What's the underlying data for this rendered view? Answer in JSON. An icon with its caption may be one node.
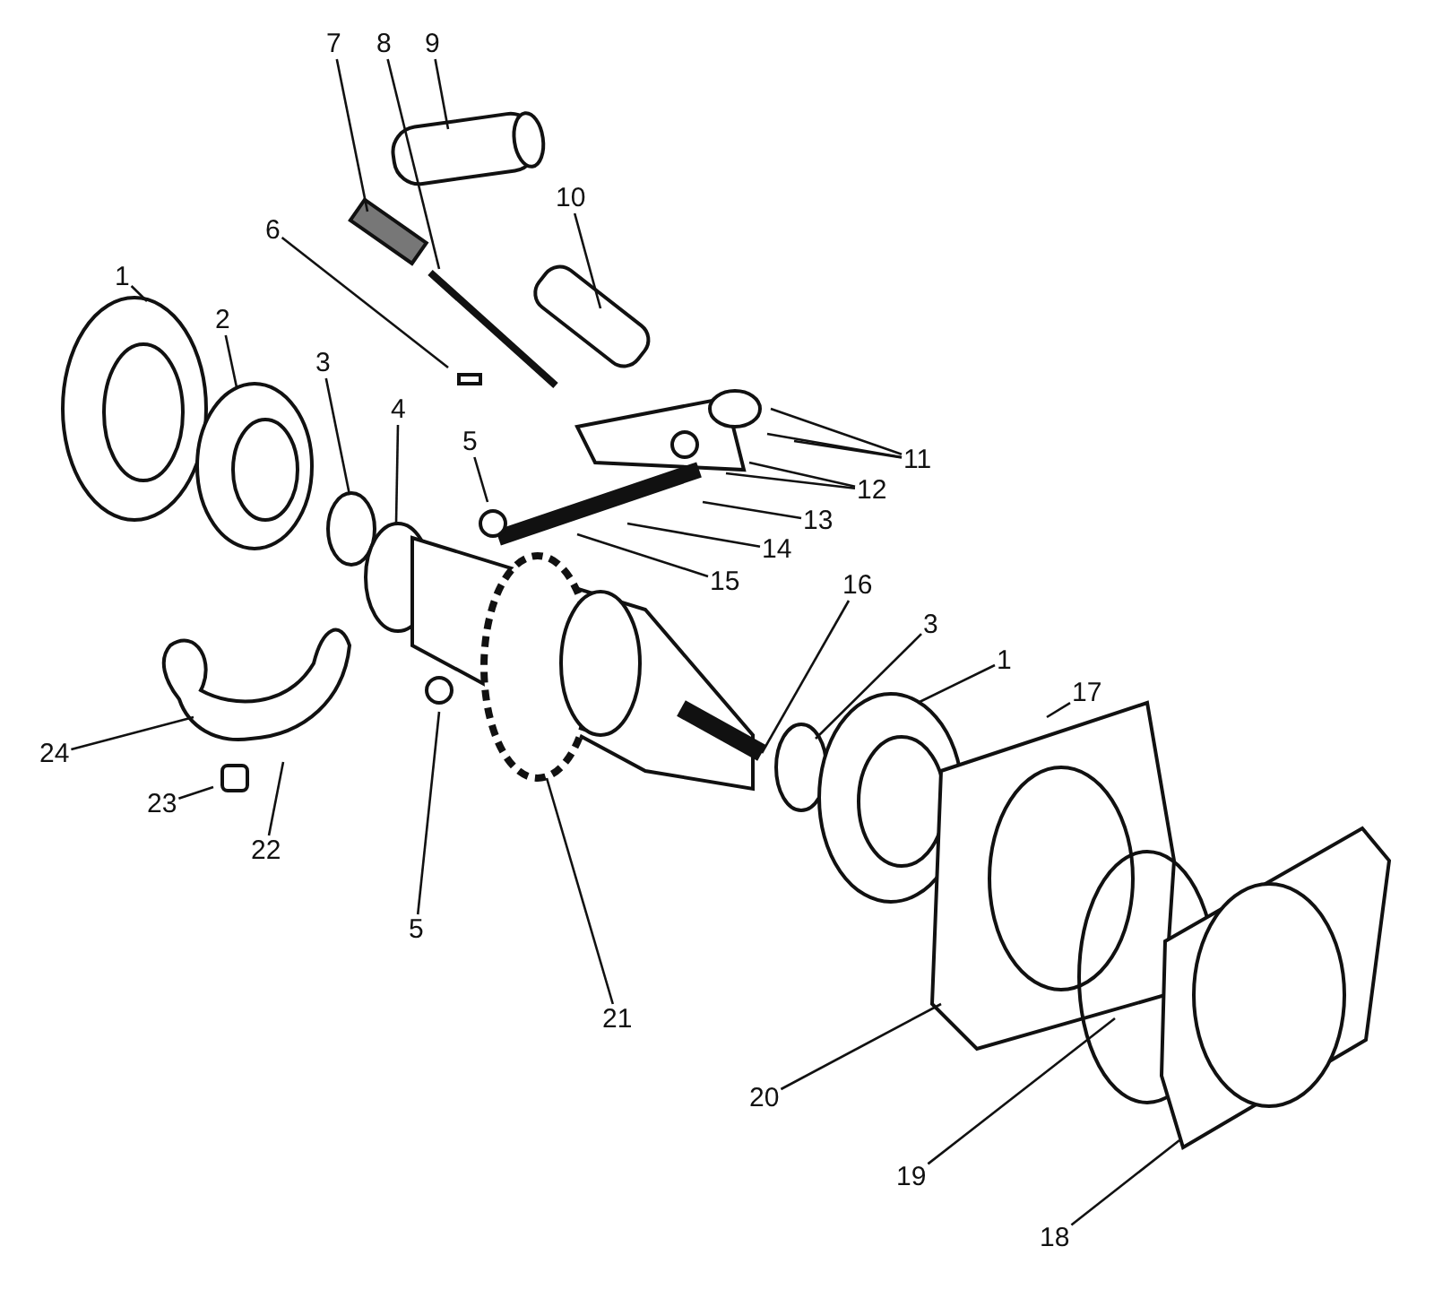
{
  "diagram": {
    "nodes": [
      {
        "text": [
          "7"
        ]
      },
      {
        "text": [
          "8"
        ]
      },
      {
        "text": [
          "9"
        ]
      },
      {
        "text": [
          "10"
        ]
      },
      {
        "text": [
          "6"
        ]
      },
      {
        "text": [
          "1"
        ]
      },
      {
        "text": [
          "2"
        ]
      },
      {
        "text": [
          "3"
        ]
      },
      {
        "text": [
          "4"
        ]
      },
      {
        "text": [
          "5"
        ]
      },
      {
        "text": [
          "11"
        ]
      },
      {
        "text": [
          "12"
        ]
      },
      {
        "text": [
          "13"
        ]
      },
      {
        "text": [
          "14"
        ]
      },
      {
        "text": [
          "15"
        ]
      },
      {
        "text": [
          "16"
        ]
      },
      {
        "text": [
          "3"
        ]
      },
      {
        "text": [
          "1"
        ]
      },
      {
        "text": [
          "17"
        ]
      },
      {
        "text": [
          "24"
        ]
      },
      {
        "text": [
          "23"
        ]
      },
      {
        "text": [
          "22"
        ]
      },
      {
        "text": [
          "5"
        ]
      },
      {
        "text": [
          "21"
        ]
      },
      {
        "text": [
          "20"
        ]
      },
      {
        "text": [
          "19"
        ]
      },
      {
        "text": [
          "18"
        ]
      }
    ],
    "edges": [
      {
        "from": 0,
        "to": null,
        "arrow": "none"
      },
      {
        "from": 1,
        "to": null,
        "arrow": "none"
      },
      {
        "from": 2,
        "to": null,
        "arrow": "none"
      },
      {
        "from": 3,
        "to": null,
        "arrow": "none"
      },
      {
        "from": 4,
        "to": null,
        "arrow": "none"
      },
      {
        "from": 5,
        "to": null,
        "arrow": "none"
      },
      {
        "from": 6,
        "to": null,
        "arrow": "none"
      },
      {
        "from": 7,
        "to": null,
        "arrow": "none"
      },
      {
        "from": 8,
        "to": null,
        "arrow": "none"
      },
      {
        "from": 9,
        "to": null,
        "arrow": "none"
      },
      {
        "from": 10,
        "to": null,
        "arrow": "none"
      },
      {
        "from": 10,
        "to": null,
        "arrow": "none"
      },
      {
        "from": 10,
        "to": null,
        "arrow": "none"
      },
      {
        "from": 11,
        "to": null,
        "arrow": "none"
      },
      {
        "from": 11,
        "to": null,
        "arrow": "none"
      },
      {
        "from": 12,
        "to": null,
        "arrow": "none"
      },
      {
        "from": 13,
        "to": null,
        "arrow": "none"
      },
      {
        "from": 14,
        "to": null,
        "arrow": "none"
      },
      {
        "from": 15,
        "to": null,
        "arrow": "none"
      },
      {
        "from": 16,
        "to": null,
        "arrow": "none"
      },
      {
        "from": 17,
        "to": null,
        "arrow": "none"
      },
      {
        "from": 18,
        "to": null,
        "arrow": "none"
      },
      {
        "from": 19,
        "to": null,
        "arrow": "none"
      },
      {
        "from": 20,
        "to": null,
        "arrow": "none"
      },
      {
        "from": 21,
        "to": null,
        "arrow": "none"
      },
      {
        "from": 22,
        "to": null,
        "arrow": "none"
      },
      {
        "from": 23,
        "to": null,
        "arrow": "none"
      },
      {
        "from": 24,
        "to": null,
        "arrow": "none"
      },
      {
        "from": 25,
        "to": null,
        "arrow": "none"
      },
      {
        "from": 26,
        "to": null,
        "arrow": "none"
      }
    ]
  }
}
